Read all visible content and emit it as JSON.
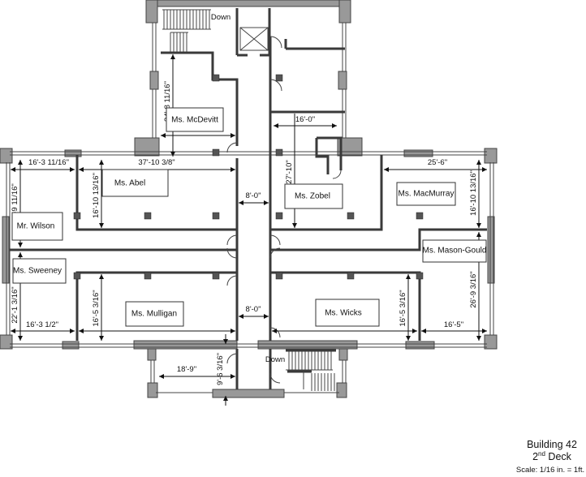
{
  "title": {
    "building": "Building 42",
    "deck_number": "2",
    "deck_suffix": "nd",
    "deck_word": " Deck",
    "scale": "Scale: 1/16 in. = 1ft."
  },
  "stairs": {
    "top_label": "Down",
    "bottom_label": "Down"
  },
  "rooms": [
    {
      "name": "Ms. McDevitt"
    },
    {
      "name": "Ms. Abel"
    },
    {
      "name": "Mr. Wilson"
    },
    {
      "name": "Ms. Sweeney"
    },
    {
      "name": "Ms. Mulligan"
    },
    {
      "name": "Ms. Zobel"
    },
    {
      "name": "Ms. MacMurray"
    },
    {
      "name": "Ms. Mason-Gould"
    },
    {
      "name": "Ms. Wicks"
    }
  ],
  "dimensions": {
    "wilson_width": "16'-3 11/16\"",
    "abel_width": "37'-10 3/8\"",
    "abel_depth": "16'-10 13/16\"",
    "mcdevitt_depth": "24'-8 11/16\"",
    "zobel_width": "16'-0\"",
    "zobel_depth": "27'-10\"",
    "corridor_upper": "8'-0\"",
    "corridor_lower": "8'-0\"",
    "macmurray_width": "25'-6\"",
    "macmurray_depth": "16'-10 13/16\"",
    "masongould_depth": "26'-9 3/16\"",
    "masongould_width": "16'-5\"",
    "wicks_depth": "16'-5 3/16\"",
    "mulligan_depth": "16'-5 3/16\"",
    "sweeney_width": "16'-3 1/2\"",
    "sweeney_depth": "22'-1 3/16\"",
    "wilson_depth": "-9 11/16\"",
    "bottom_wing_width": "18'-9\"",
    "bottom_wing_depth": "9'-6 3/16\""
  }
}
